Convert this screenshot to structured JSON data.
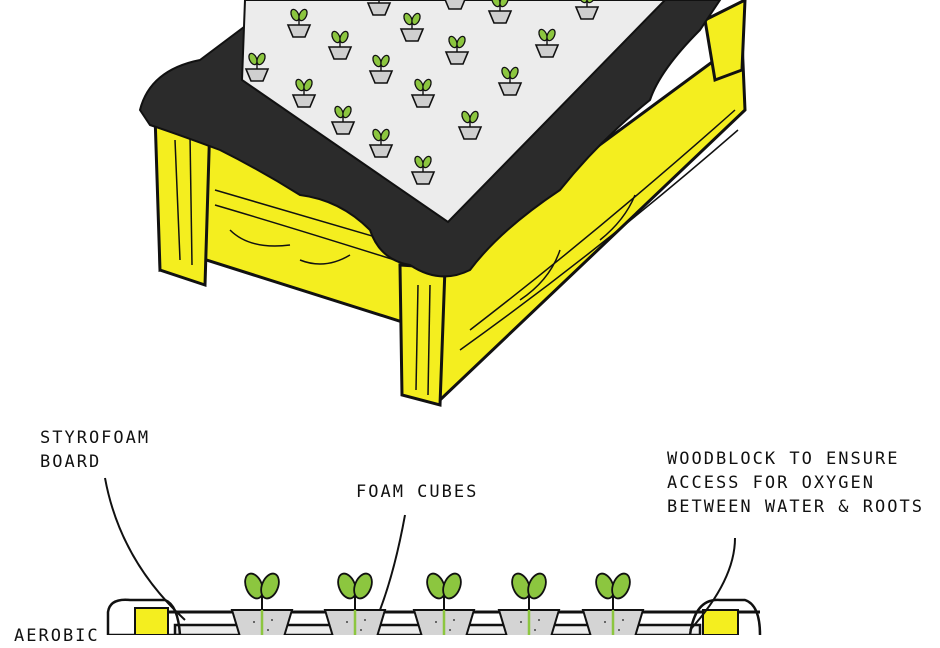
{
  "labels": {
    "styrofoam": [
      "STYROFOAM",
      "BOARD"
    ],
    "foam_cubes": [
      "FOAM CUBES"
    ],
    "woodblock": [
      "WOODBLOCK TO ENSURE",
      "ACCESS FOR OXYGEN",
      "BETWEEN WATER & ROOTS"
    ],
    "aerobic": [
      "AEROBIC"
    ]
  },
  "colors": {
    "wood": "#f4ee1f",
    "liner": "#2b2b2b",
    "board": "#e9e9e9",
    "cube": "#d4d4d4",
    "leaf": "#8cc63f",
    "ink": "#111111"
  },
  "icons": [
    "seedling-icon",
    "foam-cube-icon",
    "woodblock-icon"
  ]
}
